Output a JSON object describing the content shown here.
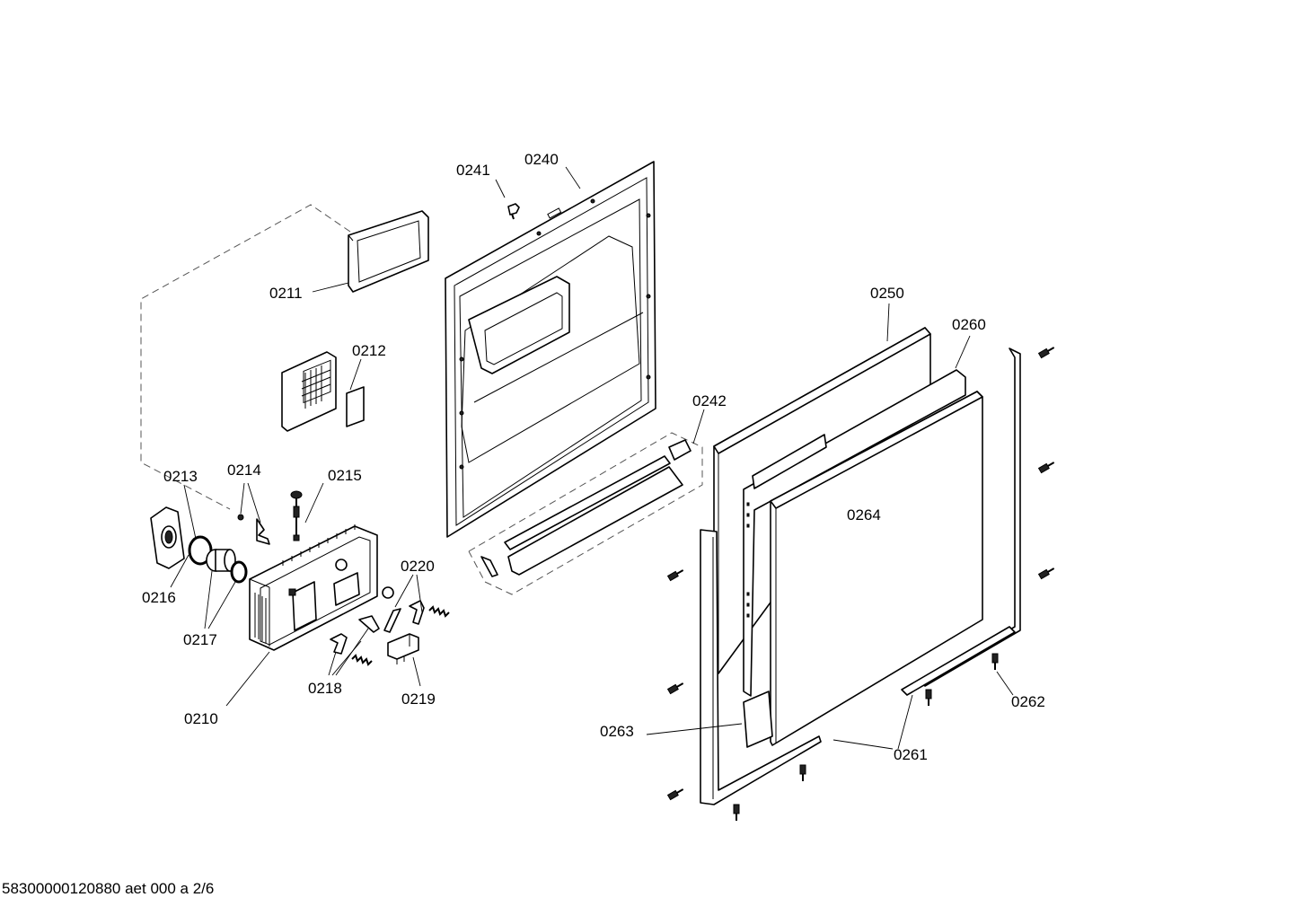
{
  "diagram": {
    "footer": "58300000120880 aet 000 a 2/6",
    "labels": {
      "p0210": "0210",
      "p0211": "0211",
      "p0212": "0212",
      "p0213": "0213",
      "p0214": "0214",
      "p0215": "0215",
      "p0216": "0216",
      "p0217": "0217",
      "p0218": "0218",
      "p0219": "0219",
      "p0220": "0220",
      "p0240": "0240",
      "p0241": "0241",
      "p0242": "0242",
      "p0250": "0250",
      "p0260": "0260",
      "p0261": "0261",
      "p0262": "0262",
      "p0263": "0263",
      "p0264": "0264"
    }
  }
}
